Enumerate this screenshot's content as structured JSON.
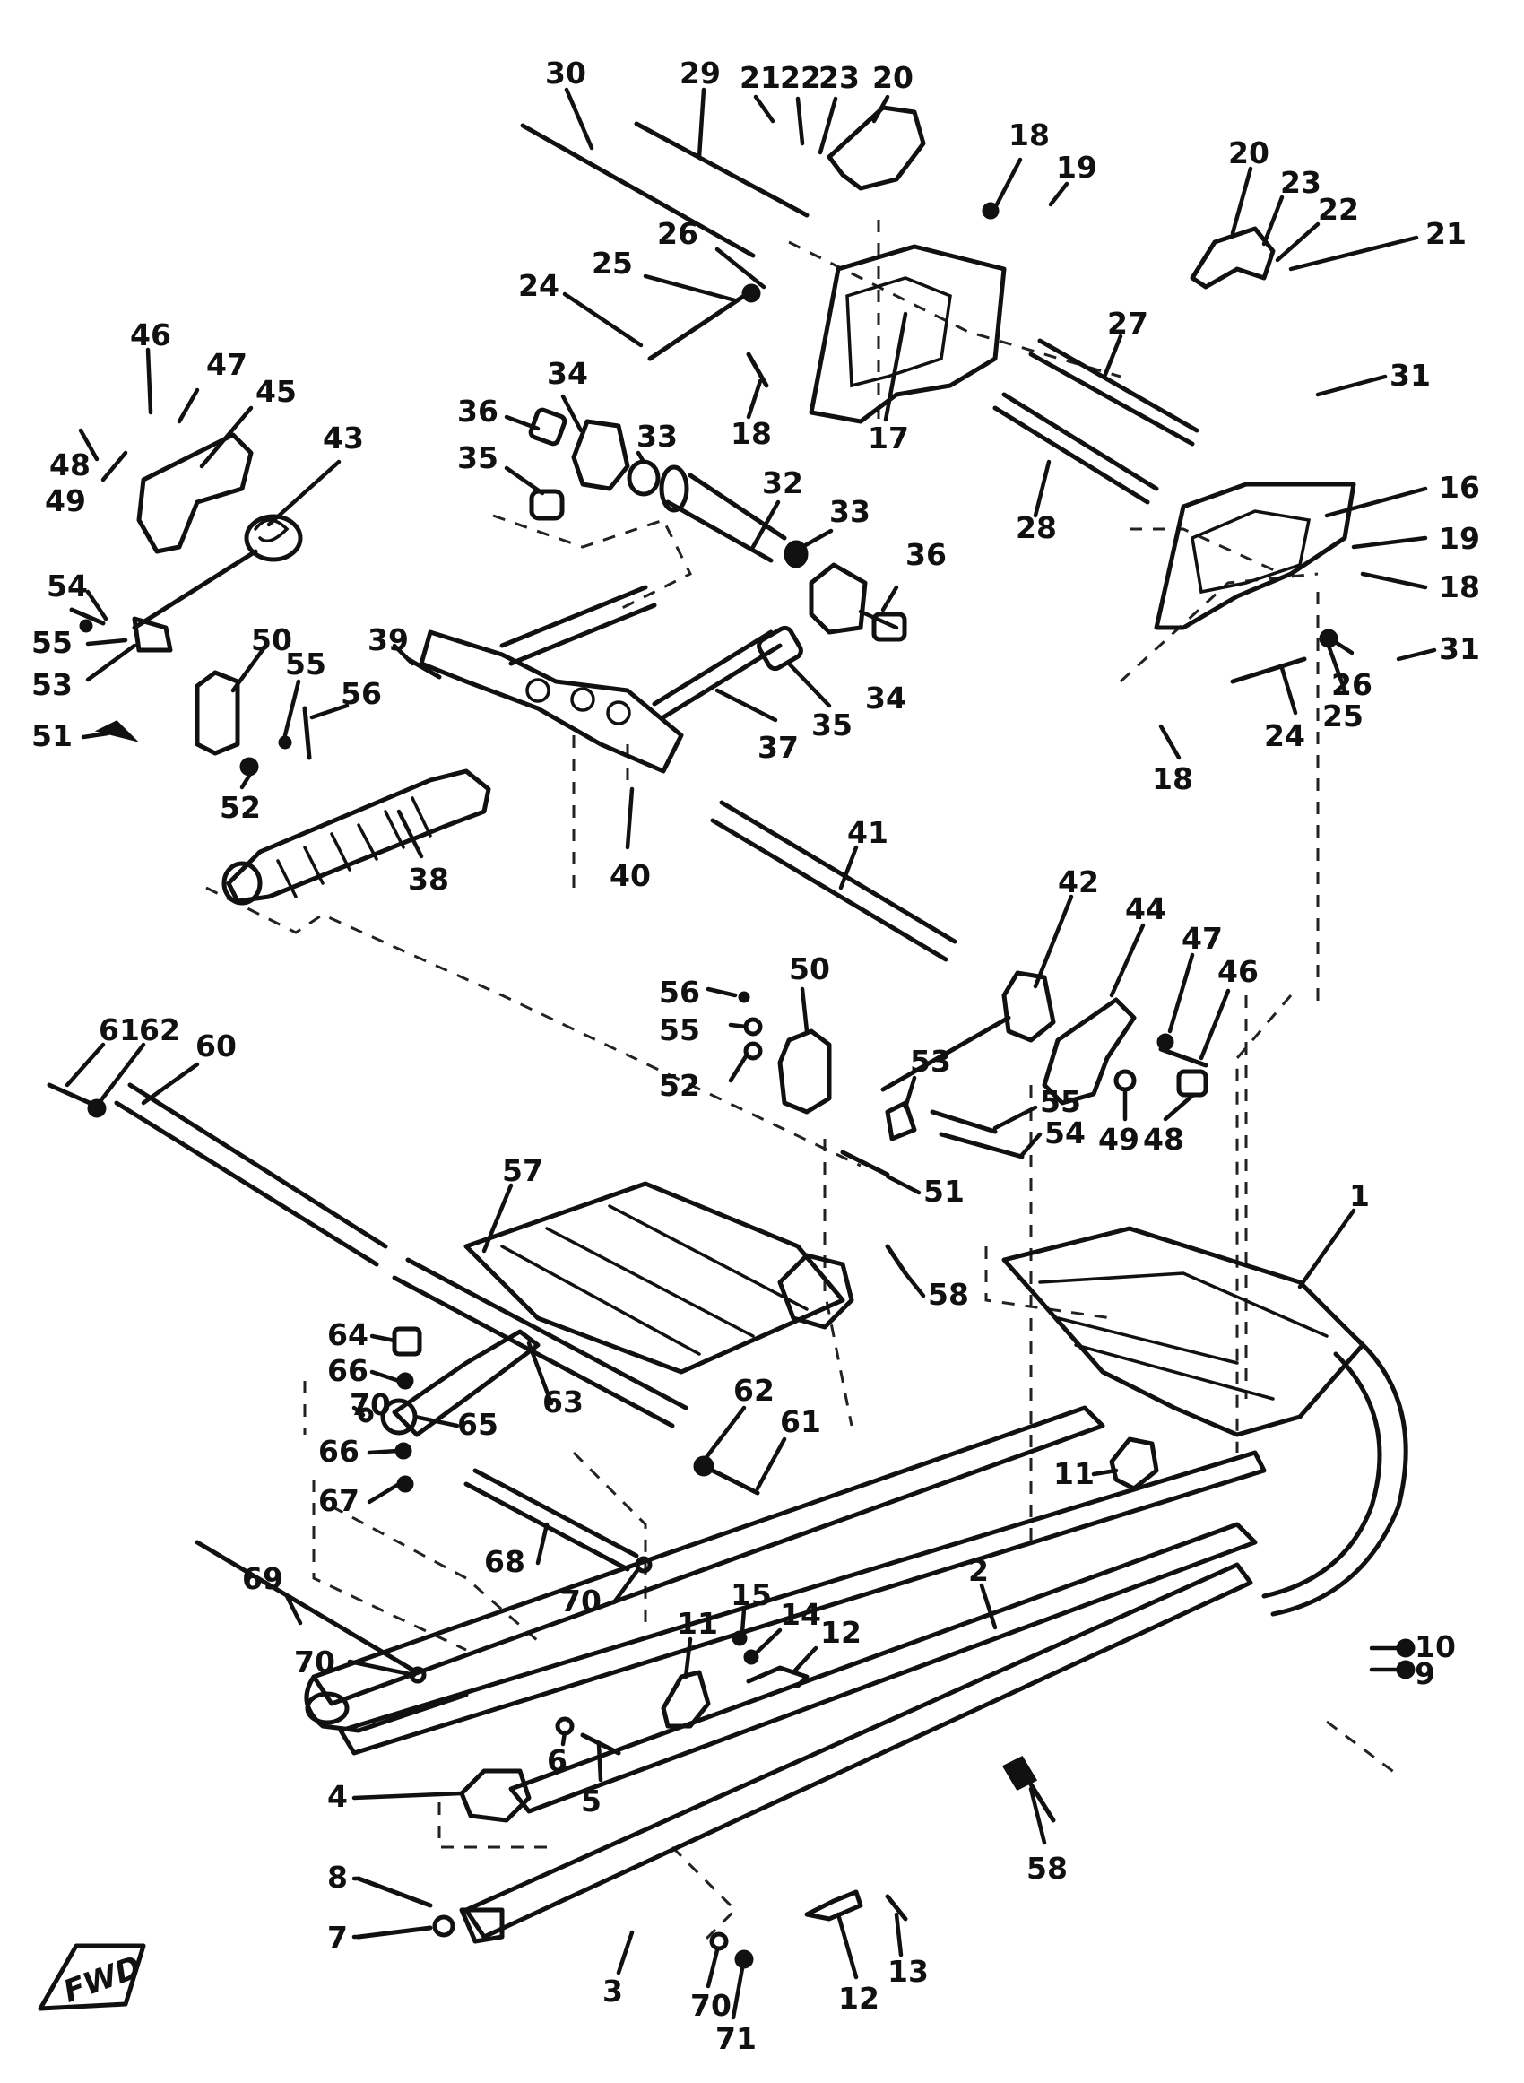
{
  "diagram": {
    "callouts": [
      {
        "label": "30"
      },
      {
        "label": "29"
      },
      {
        "label": "21"
      },
      {
        "label": "22"
      },
      {
        "label": "23"
      },
      {
        "label": "20"
      },
      {
        "label": "18"
      },
      {
        "label": "19"
      },
      {
        "label": "20"
      },
      {
        "label": "23"
      },
      {
        "label": "22"
      },
      {
        "label": "21"
      },
      {
        "label": "26"
      },
      {
        "label": "25"
      },
      {
        "label": "24"
      },
      {
        "label": "27"
      },
      {
        "label": "31"
      },
      {
        "label": "46"
      },
      {
        "label": "47"
      },
      {
        "label": "45"
      },
      {
        "label": "48"
      },
      {
        "label": "49"
      },
      {
        "label": "36"
      },
      {
        "label": "34"
      },
      {
        "label": "35"
      },
      {
        "label": "33"
      },
      {
        "label": "18"
      },
      {
        "label": "17"
      },
      {
        "label": "43"
      },
      {
        "label": "32"
      },
      {
        "label": "33"
      },
      {
        "label": "28"
      },
      {
        "label": "16"
      },
      {
        "label": "19"
      },
      {
        "label": "18"
      },
      {
        "label": "54"
      },
      {
        "label": "55"
      },
      {
        "label": "53"
      },
      {
        "label": "50"
      },
      {
        "label": "55"
      },
      {
        "label": "56"
      },
      {
        "label": "39"
      },
      {
        "label": "36"
      },
      {
        "label": "34"
      },
      {
        "label": "51"
      },
      {
        "label": "35"
      },
      {
        "label": "37"
      },
      {
        "label": "31"
      },
      {
        "label": "26"
      },
      {
        "label": "24"
      },
      {
        "label": "25"
      },
      {
        "label": "18"
      },
      {
        "label": "52"
      },
      {
        "label": "38"
      },
      {
        "label": "40"
      },
      {
        "label": "41"
      },
      {
        "label": "42"
      },
      {
        "label": "44"
      },
      {
        "label": "47"
      },
      {
        "label": "46"
      },
      {
        "label": "56"
      },
      {
        "label": "50"
      },
      {
        "label": "55"
      },
      {
        "label": "52"
      },
      {
        "label": "53"
      },
      {
        "label": "49"
      },
      {
        "label": "48"
      },
      {
        "label": "55"
      },
      {
        "label": "54"
      },
      {
        "label": "51"
      },
      {
        "label": "61"
      },
      {
        "label": "62"
      },
      {
        "label": "60"
      },
      {
        "label": "57"
      },
      {
        "label": "1"
      },
      {
        "label": "58"
      },
      {
        "label": "64"
      },
      {
        "label": "66"
      },
      {
        "label": "70"
      },
      {
        "label": "63"
      },
      {
        "label": "65"
      },
      {
        "label": "66"
      },
      {
        "label": "62"
      },
      {
        "label": "61"
      },
      {
        "label": "67"
      },
      {
        "label": "11"
      },
      {
        "label": "68"
      },
      {
        "label": "70"
      },
      {
        "label": "2"
      },
      {
        "label": "10"
      },
      {
        "label": "9"
      },
      {
        "label": "15"
      },
      {
        "label": "14"
      },
      {
        "label": "12"
      },
      {
        "label": "11"
      },
      {
        "label": "69"
      },
      {
        "label": "70"
      },
      {
        "label": "6"
      },
      {
        "label": "5"
      },
      {
        "label": "4"
      },
      {
        "label": "58"
      },
      {
        "label": "8"
      },
      {
        "label": "7"
      },
      {
        "label": "12"
      },
      {
        "label": "13"
      },
      {
        "label": "3"
      },
      {
        "label": "70"
      },
      {
        "label": "71"
      }
    ],
    "fwd_label": "FWD"
  }
}
